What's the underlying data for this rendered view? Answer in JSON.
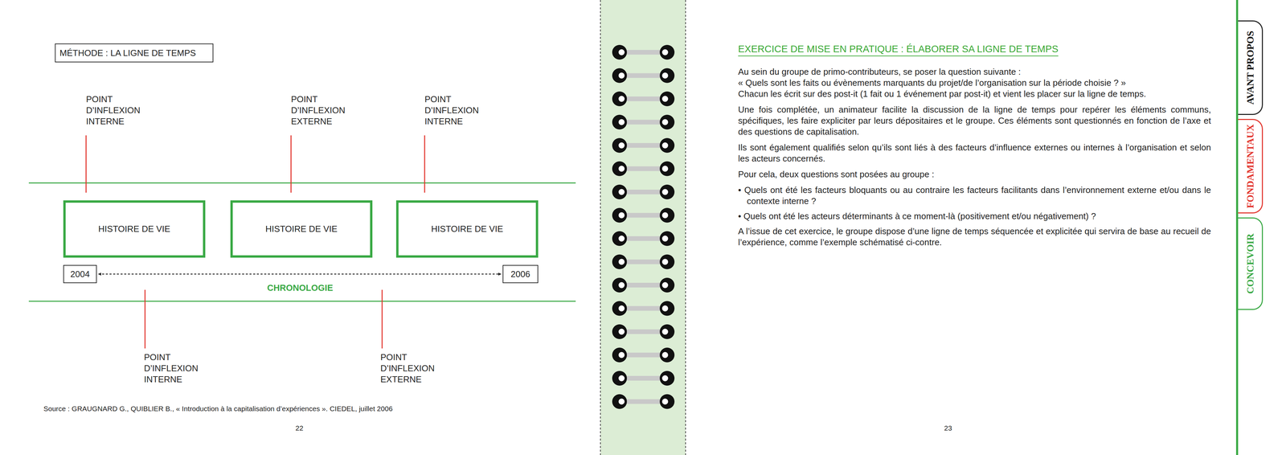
{
  "diagram": {
    "title": "EXERCICE DE MISE EN PRATIQUE : ÉLABORER SA LIGNE DE TEMPS",
    "nodes": [
      {
        "text": [
          "MÉTHODE : LA LIGNE DE TEMPS"
        ]
      },
      {
        "text": [
          "HISTOIRE DE VIE"
        ]
      },
      {
        "text": [
          "HISTOIRE DE VIE"
        ]
      },
      {
        "text": [
          "HISTOIRE DE VIE"
        ]
      },
      {
        "text": [
          "2004"
        ]
      },
      {
        "text": [
          "2006"
        ]
      },
      {
        "text": [
          "AVANT PROPOS"
        ]
      },
      {
        "text": [
          "FONDAMENTAUX"
        ]
      },
      {
        "text": [
          "CONCEVOIR"
        ]
      }
    ],
    "edges": [
      {
        "from": 4,
        "to": 5,
        "arrow": "both"
      }
    ],
    "labels": [
      "POINT D’INFLEXION INTERNE",
      "POINT D’INFLEXION EXTERNE",
      "POINT D’INFLEXION INTERNE",
      "CHRONOLOGIE",
      "POINT D’INFLEXION INTERNE",
      "POINT D’INFLEXION EXTERNE",
      "Source : GRAUGNARD G., QUIBLIER B., « Introduction à la capitalisation d’expériences ». CIEDEL, juillet 2006",
      "22",
      "Au sein du groupe de primo-contributeurs, se poser la question suivante :",
      "« Quels sont les faits ou évènements marquants du projet/de l’organisation sur la période choisie ? »",
      "Chacun les écrit sur des post-it (1 fait ou 1 événement par post-it) et vient les placer sur la ligne de temps.",
      "Une fois complétée, un animateur facilite la discussion de la ligne de temps pour repérer les éléments communs, spécifiques, les faire expliciter par leurs dépositaires et le groupe. Ces éléments sont questionnés en fonction de l’axe et des questions de capitalisation.",
      "Ils sont également qualifiés selon qu’ils sont liés à des facteurs d’influence externes ou internes à l’organisation et selon les acteurs concernés.",
      "Pour cela, deux questions sont posées au groupe :",
      "• Quels ont été les facteurs bloquants ou au contraire les facteurs facilitants dans l’environnement externe et/ou dans le contexte interne ?",
      "• Quels ont été les acteurs déterminants à ce moment-là (positivement et/ou négativement) ?",
      "A l’issue de cet exercice, le groupe dispose d’une ligne de temps séquencée et explicitée qui servira de base au recueil de l’expérience, comme l’exemple schématisé ci-contre.",
      "23"
    ]
  }
}
